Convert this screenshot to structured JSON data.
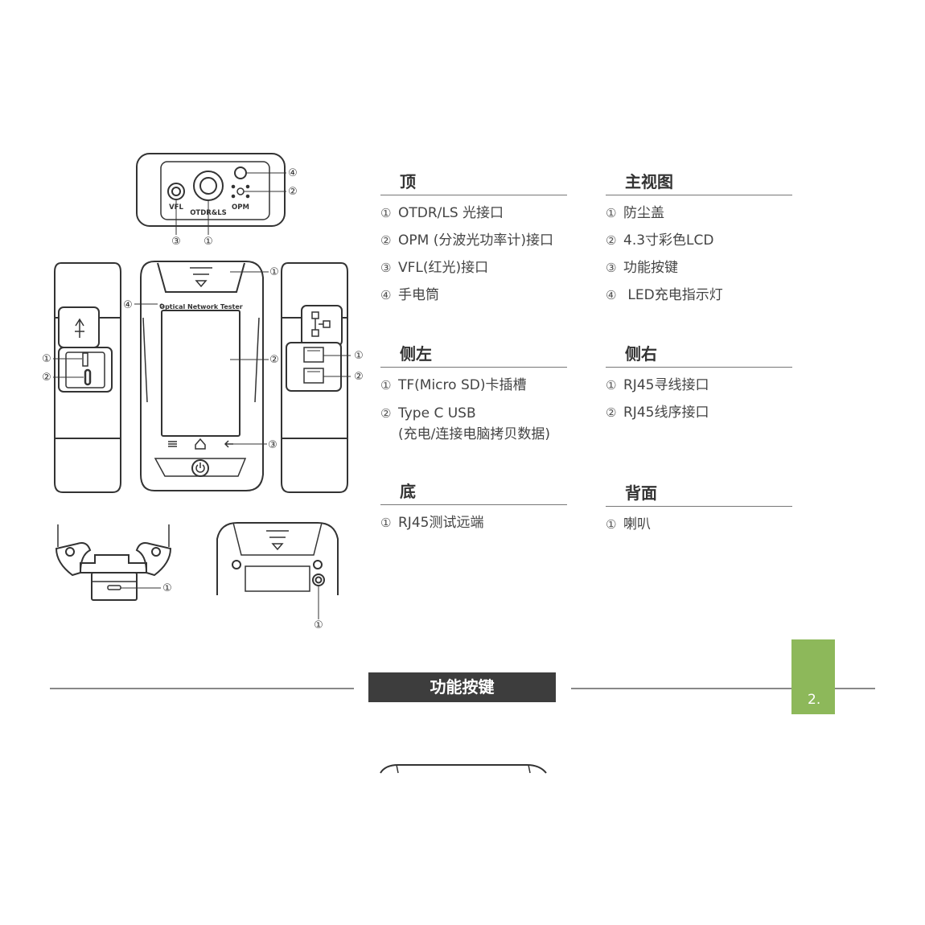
{
  "diagram": {
    "top_view": {
      "labels": {
        "vfl": "VFL",
        "otdr": "OTDR&LS",
        "opm": "OPM"
      }
    },
    "front_view": {
      "screen_title": "Optical Network Tester"
    },
    "callouts": {
      "c1": "①",
      "c2": "②",
      "c3": "③",
      "c4": "④"
    }
  },
  "sections": {
    "top": {
      "title": "顶",
      "items": [
        {
          "num": "①",
          "text": "OTDR/LS 光接口"
        },
        {
          "num": "②",
          "text": "OPM (分波光功率计)接口"
        },
        {
          "num": "③",
          "text": "VFL(红光)接口"
        },
        {
          "num": "④",
          "text": "手电筒"
        }
      ]
    },
    "main": {
      "title": "主视图",
      "items": [
        {
          "num": "①",
          "text": "防尘盖"
        },
        {
          "num": "②",
          "text": "4.3寸彩色LCD"
        },
        {
          "num": "③",
          "text": "功能按键"
        },
        {
          "num": "④",
          "text": " LED充电指示灯"
        }
      ]
    },
    "left": {
      "title": "侧左",
      "items": [
        {
          "num": "①",
          "text": "TF(Micro SD)卡插槽"
        },
        {
          "num": "②",
          "text": "Type C USB",
          "text2": "(充电/连接电脑拷贝数据)"
        }
      ]
    },
    "right": {
      "title": "侧右",
      "items": [
        {
          "num": "①",
          "text": "RJ45寻线接口"
        },
        {
          "num": "②",
          "text": "RJ45线序接口"
        }
      ]
    },
    "bottom": {
      "title": "底",
      "items": [
        {
          "num": "①",
          "text": "RJ45测试远端"
        }
      ]
    },
    "back": {
      "title": "背面",
      "items": [
        {
          "num": "①",
          "text": "喇叭"
        }
      ]
    }
  },
  "banner": {
    "label": "功能按键"
  },
  "page": {
    "number": "2."
  },
  "colors": {
    "accent_green": "#8db85a",
    "banner_bg": "#3d3d3d",
    "line": "#888888"
  }
}
